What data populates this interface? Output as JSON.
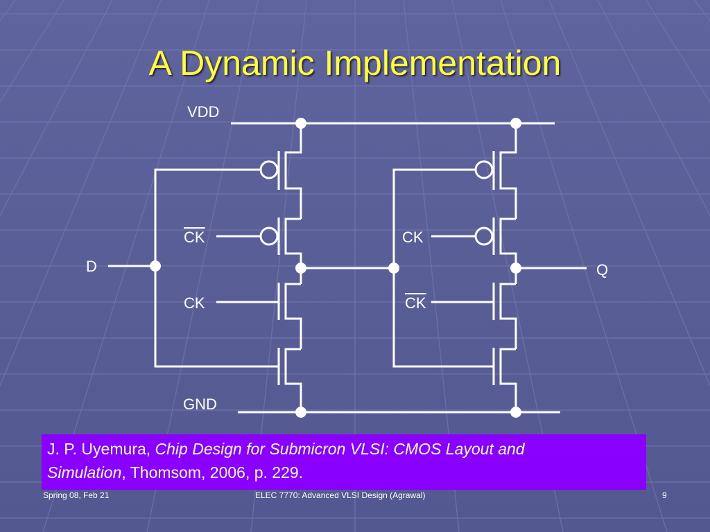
{
  "slide": {
    "title": "A Dynamic Implementation",
    "colors": {
      "title": "#ffff33",
      "background": "#5a5e9a",
      "citation_box": "#8a00ff",
      "wire": "#ffffff"
    }
  },
  "circuit": {
    "vdd": "VDD",
    "gnd": "GND",
    "input": "D",
    "output": "Q",
    "stage1_ck_top": "CK",
    "stage1_ck_bottom": "CK",
    "stage2_ck_top": "CK",
    "stage2_ck_bottom": "CK"
  },
  "citation": {
    "author": "J. P. Uyemura, ",
    "title_line1": "Chip Design for Submicron VLSI: CMOS Layout and",
    "title_line2": "Simulation",
    "rest": ", Thomsom, 2006, p. 229."
  },
  "footer": {
    "left": "Spring 08, Feb 21",
    "center": "ELEC 7770: Advanced VLSI Design (Agrawal)",
    "right": "9"
  }
}
